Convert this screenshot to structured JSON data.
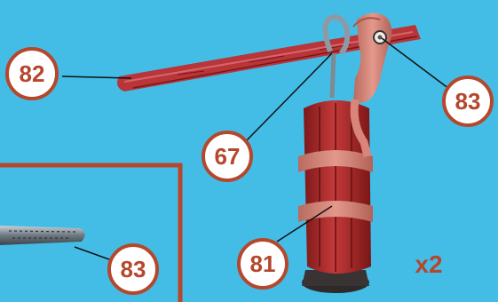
{
  "colors": {
    "background": "#44bde6",
    "callout_stroke": "#b5472d",
    "callout_text": "#b5472d",
    "inset_frame": "#b5472d",
    "leader_line": "#111111",
    "wood_red": "#b02a2a",
    "wood_dark": "#7a1616",
    "band_pink": "#d9857a",
    "metal": "#8e9aa3"
  },
  "illustration": {
    "main_part": "red wooden capstan post with handle bar",
    "inset_part": "grey metal pin"
  },
  "callouts": {
    "c82": "82",
    "c83_main": "83",
    "c67": "67",
    "c81": "81",
    "c83_inset": "83"
  },
  "quantity_label": "x2"
}
